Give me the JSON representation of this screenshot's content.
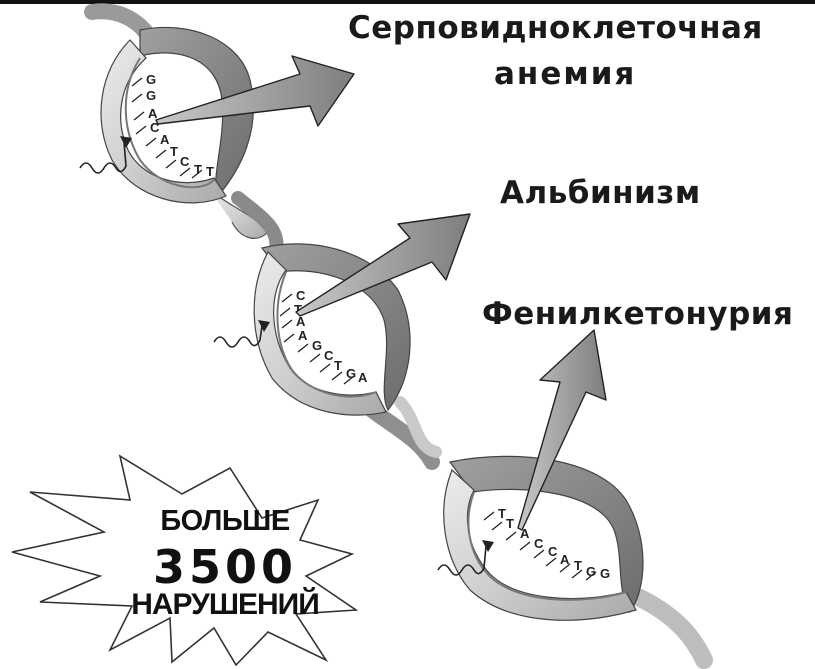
{
  "diseases": {
    "sickle_cell_line1": "Серповидноклеточная",
    "sickle_cell_line2": "анемия",
    "albinism": "Альбинизм",
    "phenylketonuria": "Фенилкетонурия"
  },
  "burst": {
    "line1": "БОЛЬШЕ",
    "line2": "3500",
    "line3": "НАРУШЕНИЙ"
  },
  "sequences": {
    "loop1": [
      "G",
      "G",
      "A",
      "C",
      "A",
      "T",
      "C",
      "T",
      "T"
    ],
    "loop2": [
      "C",
      "T",
      "A",
      "A",
      "G",
      "C",
      "T",
      "G",
      "A"
    ],
    "loop3": [
      "T",
      "T",
      "A",
      "C",
      "C",
      "A",
      "T",
      "G",
      "G"
    ]
  },
  "colors": {
    "ribbon_light": "#d4d4d4",
    "ribbon_dark": "#8a8a8a",
    "arrow_fill": "#9a9a9a",
    "text": "#1a1a1a"
  }
}
